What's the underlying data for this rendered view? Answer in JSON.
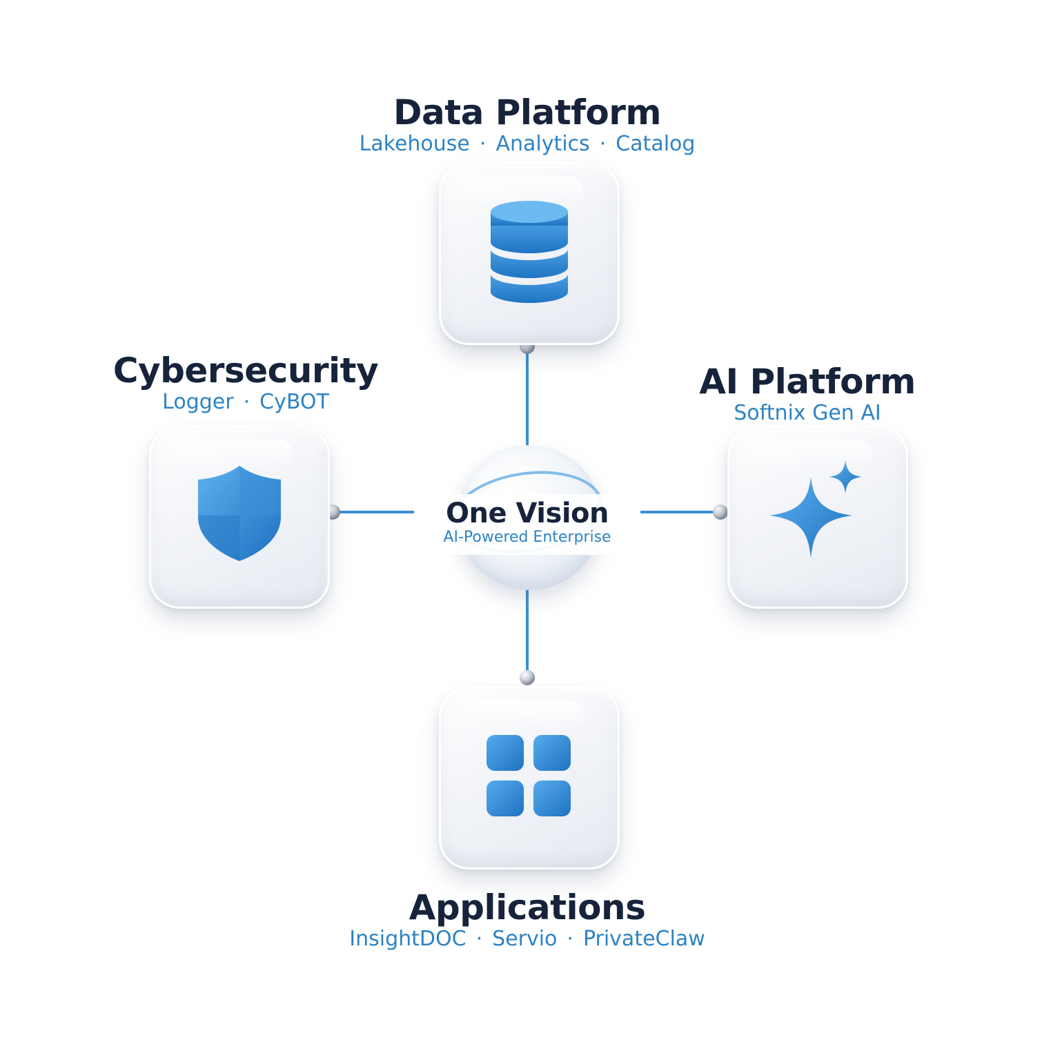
{
  "center": {
    "title": "One Vision",
    "subtitle": "AI-Powered Enterprise"
  },
  "nodes": {
    "data_platform": {
      "title": "Data Platform",
      "items": [
        "Lakehouse",
        "Analytics",
        "Catalog"
      ],
      "icon": "database-icon"
    },
    "cybersecurity": {
      "title": "Cybersecurity",
      "items": [
        "Logger",
        "CyBOT"
      ],
      "icon": "shield-icon"
    },
    "ai_platform": {
      "title": "AI Platform",
      "items": [
        "Softnix Gen AI"
      ],
      "icon": "sparkle-icon"
    },
    "applications": {
      "title": "Applications",
      "items": [
        "InsightDOC",
        "Servio",
        "PrivateClaw"
      ],
      "icon": "app-grid-icon"
    }
  },
  "separator": "·",
  "colors": {
    "title": "#16233a",
    "subtitle": "#2d83c4",
    "icon": "#2f86d3",
    "connector": "#3a8fd4"
  }
}
